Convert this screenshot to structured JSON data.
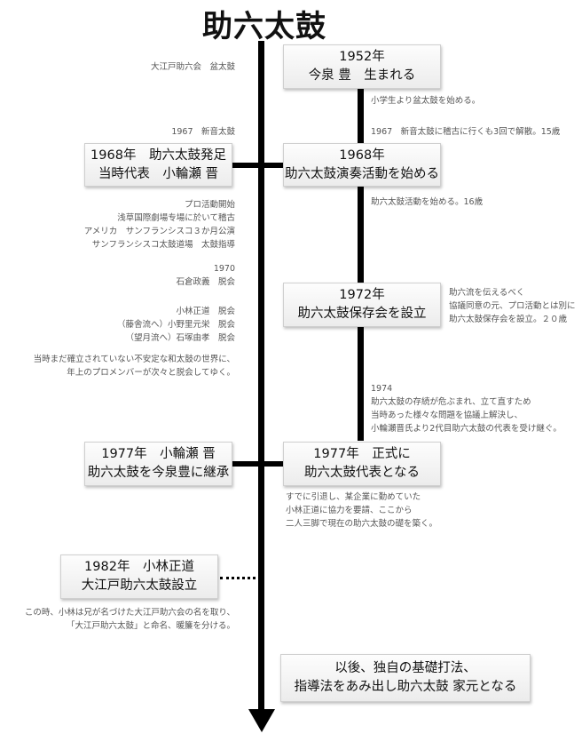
{
  "title": "助六太鼓",
  "boxes": {
    "y1952": [
      "1952年",
      "今泉 豊　生まれる"
    ],
    "y1968_left": [
      "1968年　助六太鼓発足",
      "当時代表　小輪瀬 晋"
    ],
    "y1968_right": [
      "1968年",
      "助六太鼓演奏活動を始める"
    ],
    "y1972": [
      "1972年",
      "助六太鼓保存会を設立"
    ],
    "y1977_left": [
      "1977年　小輪瀬 晋",
      "助六太鼓を今泉豊に継承"
    ],
    "y1977_right": [
      "1977年　正式に",
      "助六太鼓代表となる"
    ],
    "y1982": [
      "1982年　小林正道",
      "大江戸助六太鼓設立"
    ],
    "final": [
      "以後、独自の基礎打法、",
      "指導法をあみ出し助六太鼓 家元となる"
    ]
  },
  "notes": {
    "n_ooedo": "大江戸助六会　盆太鼓",
    "n_shogaku": "小学生より盆太鼓を始める。",
    "n_1967l": "1967　新音太鼓",
    "n_1967r": "1967　新音太鼓に稽古に行くも3回で解散。15歳",
    "n_pro": [
      "プロ活動開始",
      "浅草国際劇場专場に於いて稽古",
      "アメリカ　サンフランシスコ３か月公演",
      "サンフランシスコ太鼓道場　太鼓指導"
    ],
    "n_start16": "助六太鼓活動を始める。16歳",
    "n_1970": [
      "1970",
      "石倉政義　脱会"
    ],
    "n_leave": [
      "小林正道　脱会",
      "（藤舎流へ）小野里元栄　脱会",
      "（望月流へ）石塚由孝　脱会"
    ],
    "n_unstable": [
      "当時まだ確立されていない不安定な和太鼓の世界に、",
      "年上のプロメンバーが次々と脱会してゆく。"
    ],
    "n_1972r": [
      "助六流を伝えるべく",
      "協議同意の元、プロ活動とは別に",
      "助六太鼓保存会を設立。２０歳"
    ],
    "n_1974": [
      "1974",
      "助六太鼓の存続が危ぶまれ、立て直すため",
      "当時あった様々な問題を協議上解決し、",
      "小輪瀬晋氏より2代目助六太鼓の代表を受け継ぐ。"
    ],
    "n_1977r": [
      "すでに引退し、某企業に勤めていた",
      "小林正道に協力を要請、ここから",
      "二人三脚で現在の助六太鼓の礎を築く。"
    ],
    "n_1982": [
      "この時、小林は兄が名づけた大江戸助六会の名を取り、",
      "「大江戸助六太鼓」と命名、暖簾を分ける。"
    ]
  }
}
